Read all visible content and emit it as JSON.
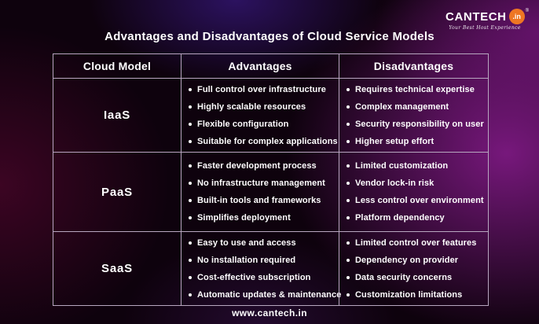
{
  "logo": {
    "brand": "CANTECH",
    "domain": ".in",
    "registered": "®",
    "tagline": "Your Best Host Experience"
  },
  "title": "Advantages and Disadvantages of Cloud Service Models",
  "table": {
    "headers": [
      "Cloud Model",
      "Advantages",
      "Disadvantages"
    ],
    "rows": [
      {
        "model": "IaaS",
        "advantages": [
          "Full control over infrastructure",
          "Highly scalable resources",
          "Flexible configuration",
          "Suitable for complex applications"
        ],
        "disadvantages": [
          "Requires technical expertise",
          "Complex management",
          "Security responsibility on user",
          "Higher setup effort"
        ]
      },
      {
        "model": "PaaS",
        "advantages": [
          "Faster development process",
          "No infrastructure management",
          "Built-in tools and frameworks",
          "Simplifies deployment"
        ],
        "disadvantages": [
          "Limited customization",
          "Vendor lock-in risk",
          "Less control over environment",
          "Platform dependency"
        ]
      },
      {
        "model": "SaaS",
        "advantages": [
          "Easy to use and access",
          "No installation required",
          "Cost-effective subscription",
          "Automatic updates & maintenance"
        ],
        "disadvantages": [
          "Limited control over features",
          "Dependency on provider",
          "Data security concerns",
          "Customization limitations"
        ]
      }
    ]
  },
  "footer": {
    "website": "www.cantech.in"
  },
  "colors": {
    "accent_orange": "#EE7623",
    "background_purple_glow": "#77187C",
    "background_maroon_glow": "#3C0523",
    "background_indigo_glow": "#2C1260",
    "background_base": "#0E020D",
    "table_border": "#B7A7BF",
    "text": "#FFFFFF"
  }
}
